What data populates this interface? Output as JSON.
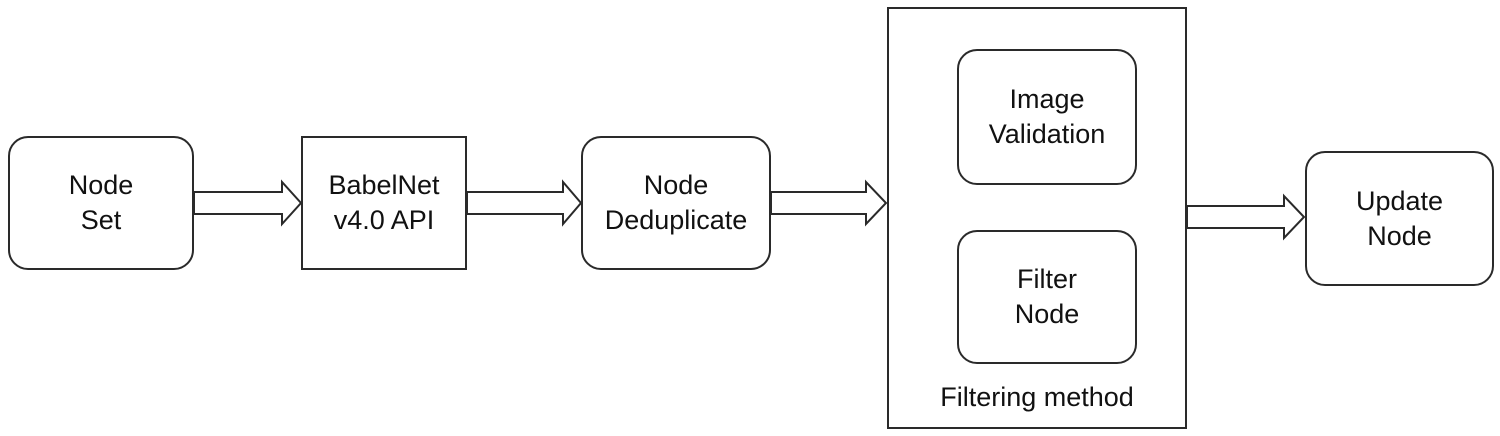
{
  "nodes": {
    "node_set": {
      "line1": "Node",
      "line2": "Set"
    },
    "babelnet": {
      "line1": "BabelNet",
      "line2": "v4.0 API"
    },
    "dedup": {
      "line1": "Node",
      "line2": "Deduplicate"
    },
    "image_validation": {
      "line1": "Image",
      "line2": "Validation"
    },
    "filter_node": {
      "line1": "Filter",
      "line2": "Node"
    },
    "update_node": {
      "line1": "Update",
      "line2": "Node"
    }
  },
  "group": {
    "label": "Filtering method"
  },
  "colors": {
    "stroke": "#2a2a2a",
    "fill": "#ffffff",
    "text": "#111111"
  }
}
